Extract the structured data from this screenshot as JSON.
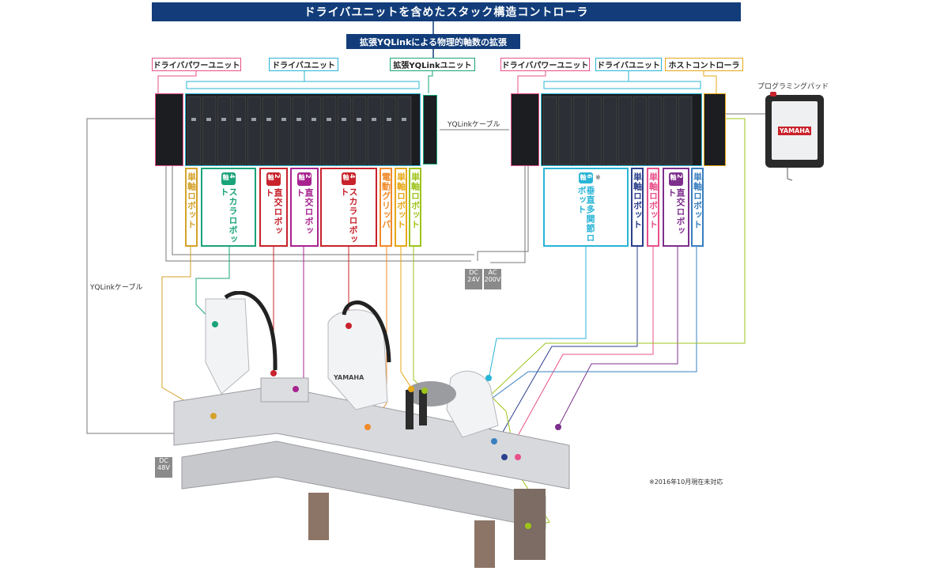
{
  "title": "ドライバユニットを含めたスタック構造コントローラ",
  "subtitle": "拡張YQLinkによる物理的軸数の拡張",
  "left_group": {
    "power_unit": "ドライバパワーユニット",
    "driver_unit": "ドライバユニット",
    "ext_unit": "拡張YQLinkユニット"
  },
  "right_group": {
    "power_unit": "ドライバパワーユニット",
    "driver_unit": "ドライバユニット",
    "host": "ホストコントローラ"
  },
  "pendant_label": "プログラミングパッド",
  "pendant_brand": "YAMAHA",
  "robot_brand": "YAMAHA",
  "yqlink_cable_top": "YQLinkケーブル",
  "yqlink_cable_left": "YQLinkケーブル",
  "dc24": "DC\n24V",
  "ac200": "AC\n200V",
  "dc48": "DC\n48V",
  "footnote": "※2016年10月現在未対応",
  "colors": {
    "navy": "#123d7a",
    "yellow": "#d4a22a",
    "green": "#1aa37a",
    "red": "#c8232c",
    "magenta": "#a8238f",
    "orange": "#f08a2a",
    "gold": "#e6a817",
    "lime": "#9dc41a",
    "cyan": "#28b4d6",
    "blue": "#2b3f8c",
    "pink": "#e8508a",
    "purple": "#7d2f8c",
    "skyblue": "#3a7fc0"
  },
  "tags": [
    {
      "id": "t1",
      "text": "単軸ロボット",
      "axis": "",
      "color": "#d4a22a",
      "filled": false
    },
    {
      "id": "t2",
      "text": "スカラロボット",
      "axis": "4軸",
      "color": "#1aa37a",
      "filled": false
    },
    {
      "id": "t3",
      "text": "直交ロボット",
      "axis": "2軸",
      "color": "#c8232c",
      "filled": false
    },
    {
      "id": "t4",
      "text": "直交ロボット",
      "axis": "2軸",
      "color": "#a8238f",
      "filled": false
    },
    {
      "id": "t5",
      "text": "スカラロボット",
      "axis": "4軸",
      "color": "#c8232c",
      "filled": false
    },
    {
      "id": "t6",
      "text": "電動グリッパ",
      "axis": "",
      "color": "#f08a2a",
      "filled": false
    },
    {
      "id": "t7",
      "text": "単軸ロボット",
      "axis": "",
      "color": "#e6a817",
      "filled": false
    },
    {
      "id": "t8",
      "text": "単軸ロボット",
      "axis": "",
      "color": "#9dc41a",
      "filled": false
    },
    {
      "id": "t9",
      "text": "垂直多関節ロボット",
      "axis": "6軸",
      "color": "#28b4d6",
      "filled": false,
      "note": "※"
    },
    {
      "id": "t10",
      "text": "単軸ロボット",
      "axis": "",
      "color": "#2b3f8c",
      "filled": false
    },
    {
      "id": "t11",
      "text": "単軸ロボット",
      "axis": "",
      "color": "#e8508a",
      "filled": false
    },
    {
      "id": "t12",
      "text": "直交ロボット",
      "axis": "2軸",
      "color": "#7d2f8c",
      "filled": false
    },
    {
      "id": "t13",
      "text": "単軸ロボット",
      "axis": "",
      "color": "#3a7fc0",
      "filled": false
    }
  ]
}
